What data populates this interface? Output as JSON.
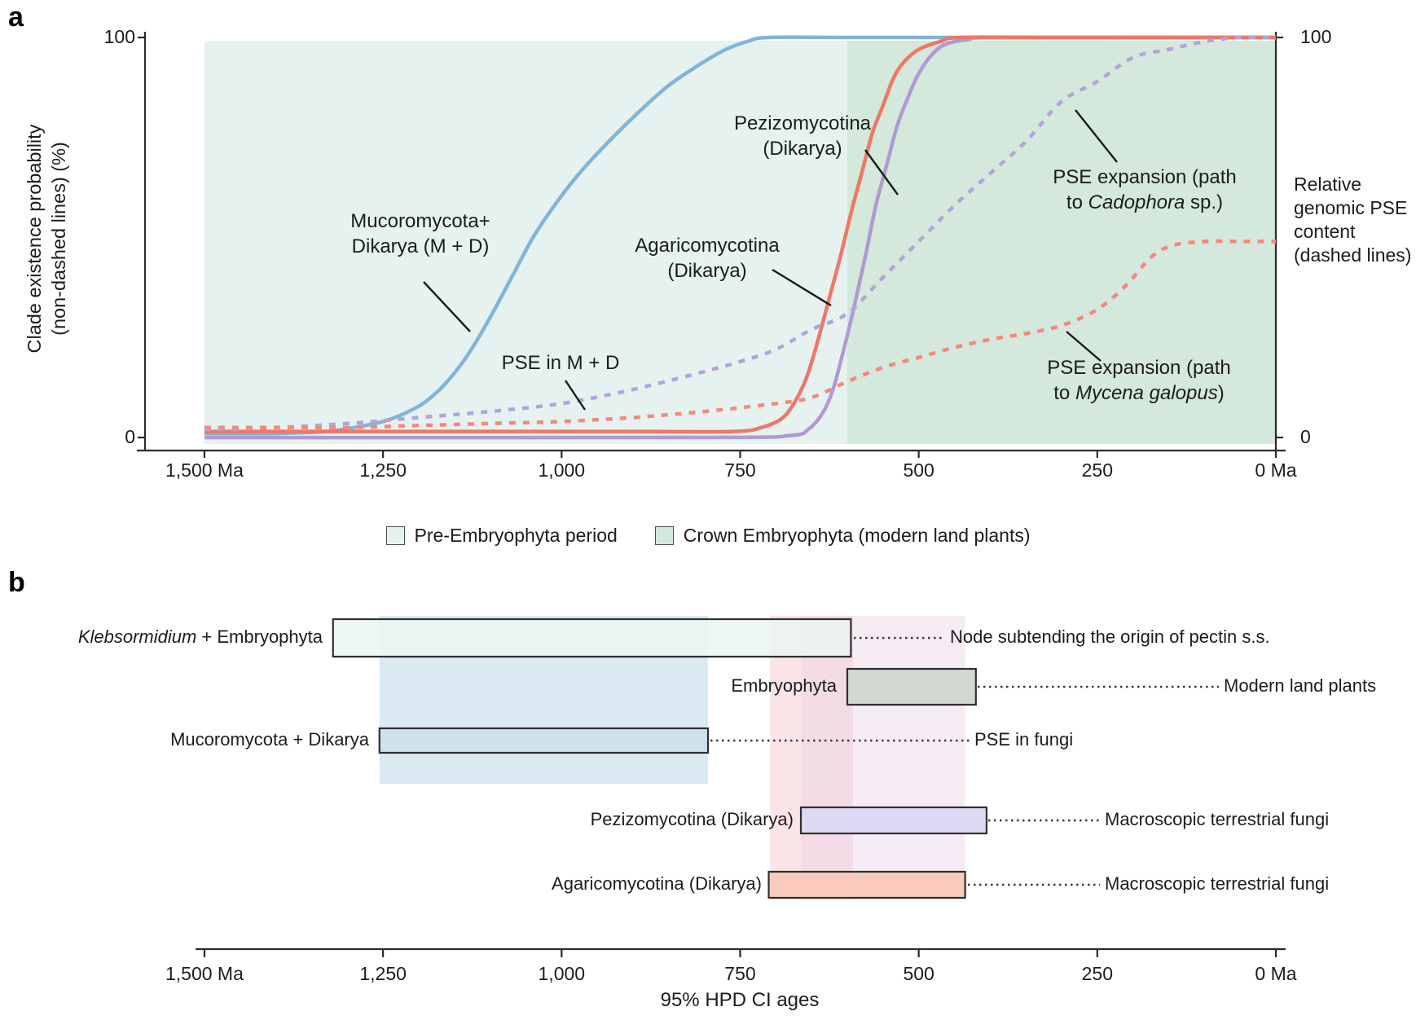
{
  "panel_a_letter": "a",
  "panel_b_letter": "b",
  "chart_data": [
    {
      "type": "line",
      "panel": "a",
      "x_unit": "Ma (millions of years ago)",
      "xlim": [
        1500,
        0
      ],
      "ylim": [
        0,
        100
      ],
      "grid": false,
      "ylabel_left_line1": "Clade existence probability",
      "ylabel_left_line2": "(non-dashed lines) (%)",
      "ylabel_right": "Relative genomic PSE content (dashed lines)",
      "yticks_left": {
        "top": "100",
        "bottom": "0"
      },
      "yticks_right": {
        "top": "100",
        "bottom": "0"
      },
      "xticks": [
        {
          "label": "1,500 Ma",
          "ma": 1500
        },
        {
          "label": "1,250",
          "ma": 1250
        },
        {
          "label": "1,000",
          "ma": 1000
        },
        {
          "label": "750",
          "ma": 750
        },
        {
          "label": "500",
          "ma": 500
        },
        {
          "label": "250",
          "ma": 250
        },
        {
          "label": "0 Ma",
          "ma": 0
        }
      ],
      "regions": [
        {
          "id": "pre-embryophyta",
          "label": "Pre-Embryophyta period",
          "from_ma": 1500,
          "to_ma": 600,
          "color": "#e6f2f0"
        },
        {
          "id": "crown-embryophyta",
          "label": "Crown Embryophyta (modern land plants)",
          "from_ma": 600,
          "to_ma": 0,
          "color": "#d4e8db"
        }
      ],
      "legend": [
        {
          "label": "Pre-Embryophyta period",
          "color": "#e6f2f0"
        },
        {
          "label": "Crown Embryophyta (modern land plants)",
          "color": "#d4e8db"
        }
      ],
      "series": [
        {
          "id": "mucoromycota-dikarya-existence",
          "name": "Mucoromycota+ Dikarya (M + D)",
          "style": "solid",
          "color": "#82b4d8",
          "axis": "left",
          "points": [
            [
              1500,
              1
            ],
            [
              1400,
              1
            ],
            [
              1330,
              1.5
            ],
            [
              1290,
              2.5
            ],
            [
              1250,
              4
            ],
            [
              1220,
              6
            ],
            [
              1190,
              9
            ],
            [
              1160,
              14
            ],
            [
              1130,
              21
            ],
            [
              1100,
              30
            ],
            [
              1070,
              40
            ],
            [
              1040,
              50
            ],
            [
              1010,
              58
            ],
            [
              980,
              65
            ],
            [
              950,
              71
            ],
            [
              900,
              80
            ],
            [
              850,
              88
            ],
            [
              800,
              94
            ],
            [
              770,
              97
            ],
            [
              740,
              99
            ],
            [
              710,
              100
            ],
            [
              600,
              100
            ],
            [
              400,
              100
            ],
            [
              200,
              100
            ],
            [
              0,
              100
            ]
          ]
        },
        {
          "id": "pezizomycotina-existence",
          "name": "Pezizomycotina (Dikarya)",
          "style": "solid",
          "color": "#b09ad3",
          "axis": "left",
          "points": [
            [
              1500,
              0
            ],
            [
              800,
              0
            ],
            [
              680,
              0.5
            ],
            [
              655,
              2
            ],
            [
              635,
              6
            ],
            [
              620,
              12
            ],
            [
              605,
              22
            ],
            [
              590,
              33
            ],
            [
              575,
              45
            ],
            [
              560,
              58
            ],
            [
              545,
              68
            ],
            [
              530,
              78
            ],
            [
              515,
              85
            ],
            [
              500,
              91
            ],
            [
              480,
              96
            ],
            [
              460,
              98.5
            ],
            [
              430,
              99.5
            ],
            [
              400,
              100
            ],
            [
              200,
              100
            ],
            [
              0,
              100
            ]
          ]
        },
        {
          "id": "agaricomycotina-existence",
          "name": "Agaricomycotina (Dikarya)",
          "style": "solid",
          "color": "#ef7767",
          "axis": "left",
          "points": [
            [
              1500,
              1.5
            ],
            [
              1200,
              1.5
            ],
            [
              900,
              1.5
            ],
            [
              760,
              1.5
            ],
            [
              720,
              2.5
            ],
            [
              690,
              5
            ],
            [
              670,
              10
            ],
            [
              655,
              16
            ],
            [
              640,
              25
            ],
            [
              625,
              35
            ],
            [
              610,
              45
            ],
            [
              595,
              56
            ],
            [
              580,
              66
            ],
            [
              565,
              76
            ],
            [
              550,
              83
            ],
            [
              535,
              90
            ],
            [
              520,
              94
            ],
            [
              500,
              97
            ],
            [
              470,
              99
            ],
            [
              440,
              100
            ],
            [
              300,
              100
            ],
            [
              0,
              100
            ]
          ]
        },
        {
          "id": "pse-expansion-cadophora",
          "name": "PSE expansion (path to Cadophora sp.)",
          "style": "dashed",
          "color": "#b4a3da",
          "axis": "right",
          "points": [
            [
              1500,
              2
            ],
            [
              1400,
              2.5
            ],
            [
              1300,
              3.5
            ],
            [
              1200,
              5
            ],
            [
              1100,
              6.5
            ],
            [
              1000,
              8.5
            ],
            [
              900,
              12
            ],
            [
              800,
              16.5
            ],
            [
              750,
              19
            ],
            [
              700,
              22
            ],
            [
              650,
              27
            ],
            [
              600,
              31
            ],
            [
              550,
              40
            ],
            [
              500,
              49
            ],
            [
              450,
              58
            ],
            [
              400,
              66
            ],
            [
              350,
              74
            ],
            [
              300,
              84
            ],
            [
              250,
              89
            ],
            [
              200,
              95
            ],
            [
              150,
              97
            ],
            [
              100,
              99
            ],
            [
              50,
              100
            ],
            [
              0,
              100
            ]
          ]
        },
        {
          "id": "pse-expansion-mycena",
          "name": "PSE expansion (path to Mycena galopus)",
          "style": "dashed",
          "color": "#f18a7c",
          "axis": "right",
          "points": [
            [
              1500,
              2.5
            ],
            [
              1400,
              2.5
            ],
            [
              1300,
              2.5
            ],
            [
              1200,
              3
            ],
            [
              1100,
              3.5
            ],
            [
              1000,
              4
            ],
            [
              900,
              5
            ],
            [
              800,
              6.5
            ],
            [
              700,
              8.5
            ],
            [
              650,
              10
            ],
            [
              600,
              14
            ],
            [
              550,
              17.5
            ],
            [
              500,
              20
            ],
            [
              450,
              22.5
            ],
            [
              400,
              24.5
            ],
            [
              350,
              26
            ],
            [
              300,
              28
            ],
            [
              250,
              32
            ],
            [
              210,
              38
            ],
            [
              175,
              45
            ],
            [
              145,
              48
            ],
            [
              100,
              49
            ],
            [
              50,
              49
            ],
            [
              0,
              49
            ]
          ]
        }
      ],
      "annotations": {
        "mucoromycota": {
          "lines": [
            [
              {
                "t": "Mucoromycota+"
              }
            ],
            [
              {
                "t": "Dikarya (M + D)"
              }
            ]
          ]
        },
        "pse_in_md": {
          "lines": [
            [
              {
                "t": "PSE in M + D"
              }
            ]
          ]
        },
        "pezizomycotina": {
          "lines": [
            [
              {
                "t": "Pezizomycotina"
              }
            ],
            [
              {
                "t": "(Dikarya)"
              }
            ]
          ]
        },
        "agaricomycotina": {
          "lines": [
            [
              {
                "t": "Agaricomycotina"
              }
            ],
            [
              {
                "t": "(Dikarya)"
              }
            ]
          ]
        },
        "pse_cadophora": {
          "lines": [
            [
              {
                "t": "PSE expansion (path"
              }
            ],
            [
              {
                "t": "to "
              },
              {
                "t": "Cadophora",
                "i": true
              },
              {
                "t": " sp.)"
              }
            ]
          ]
        },
        "pse_mycena": {
          "lines": [
            [
              {
                "t": "PSE expansion (path"
              }
            ],
            [
              {
                "t": "to "
              },
              {
                "t": "Mycena galopus",
                "i": true
              },
              {
                "t": ")"
              }
            ]
          ]
        }
      }
    },
    {
      "type": "interval",
      "panel": "b",
      "x_unit": "Ma (millions of years ago)",
      "xlim": [
        1500,
        0
      ],
      "xlabel": "95% HPD CI ages",
      "xticks": [
        {
          "label": "1,500 Ma",
          "ma": 1500
        },
        {
          "label": "1,250",
          "ma": 1250
        },
        {
          "label": "1,000",
          "ma": 1000
        },
        {
          "label": "750",
          "ma": 750
        },
        {
          "label": "500",
          "ma": 500
        },
        {
          "label": "250",
          "ma": 250
        },
        {
          "label": "0 Ma",
          "ma": 0
        }
      ],
      "rows": [
        {
          "id": "klebsormidium-embryophyta",
          "label_parts": [
            [
              {
                "t": "Klebsormidium",
                "i": true
              },
              {
                "t": " + Embryophyta"
              }
            ]
          ],
          "start_ma": 1320,
          "end_ma": 595,
          "fill": "rgba(236,246,240,0.85)",
          "note": "Node subtending the origin of pectin s.s."
        },
        {
          "id": "embryophyta",
          "label_parts": [
            [
              {
                "t": "Embryophyta"
              }
            ]
          ],
          "start_ma": 600,
          "end_ma": 420,
          "fill": "#d3d7d2",
          "note": "Modern land plants"
        },
        {
          "id": "mucoromycota-dikarya",
          "label_parts": [
            [
              {
                "t": "Mucoromycota + Dikarya"
              }
            ]
          ],
          "start_ma": 1255,
          "end_ma": 795,
          "fill": "#cfe2ec",
          "note": "PSE in fungi"
        },
        {
          "id": "pezizomycotina",
          "label_parts": [
            [
              {
                "t": "Pezizomycotina (Dikarya)"
              }
            ]
          ],
          "start_ma": 665,
          "end_ma": 405,
          "fill": "#ded9f2",
          "note": "Macroscopic terrestrial fungi"
        },
        {
          "id": "agaricomycotina",
          "label_parts": [
            [
              {
                "t": "Agaricomycotina (Dikarya)"
              }
            ]
          ],
          "start_ma": 710,
          "end_ma": 435,
          "fill": "#f9cabe",
          "note": "Macroscopic terrestrial fungi"
        }
      ],
      "bands": [
        {
          "id": "band-blue",
          "from_ma": 1255,
          "to_ma": 795,
          "color": "rgba(184,212,232,0.5)"
        },
        {
          "id": "band-pink-1",
          "from_ma": 708,
          "to_ma": 592,
          "color": "rgba(246,205,209,0.55)"
        },
        {
          "id": "band-pink-2",
          "from_ma": 665,
          "to_ma": 435,
          "color": "rgba(232,207,227,0.4)"
        }
      ]
    }
  ]
}
